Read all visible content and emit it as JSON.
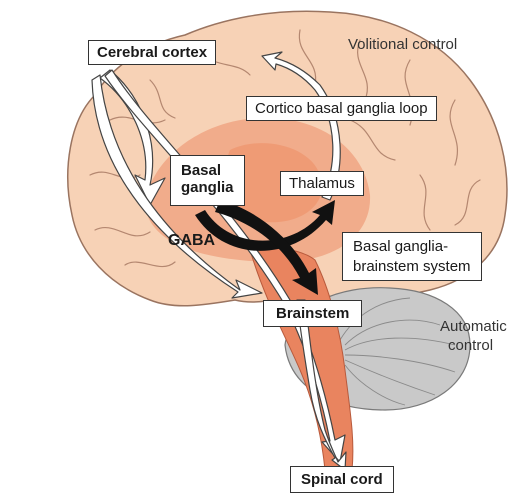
{
  "labels": {
    "cerebral_cortex": "Cerebral cortex",
    "volitional_control": "Volitional control",
    "cortico_loop": "Cortico basal ganglia loop",
    "basal_ganglia_line1": "Basal",
    "basal_ganglia_line2": "ganglia",
    "thalamus": "Thalamus",
    "gaba": "GABA",
    "bg_brainstem_line1": "Basal ganglia-",
    "bg_brainstem_line2": "brainstem system",
    "brainstem": "Brainstem",
    "automatic_line1": "Automatic",
    "automatic_line2": "control",
    "spinal_cord": "Spinal cord"
  },
  "colors": {
    "brain_skin": "#f7d2b6",
    "brain_outline": "#9a7460",
    "basal_ganglia": "#ef9f7c",
    "brainstem": "#e9845f",
    "cerebellum": "#c9c9c9",
    "arrow_fill": "#ffffff",
    "arrow_black": "#111111"
  }
}
